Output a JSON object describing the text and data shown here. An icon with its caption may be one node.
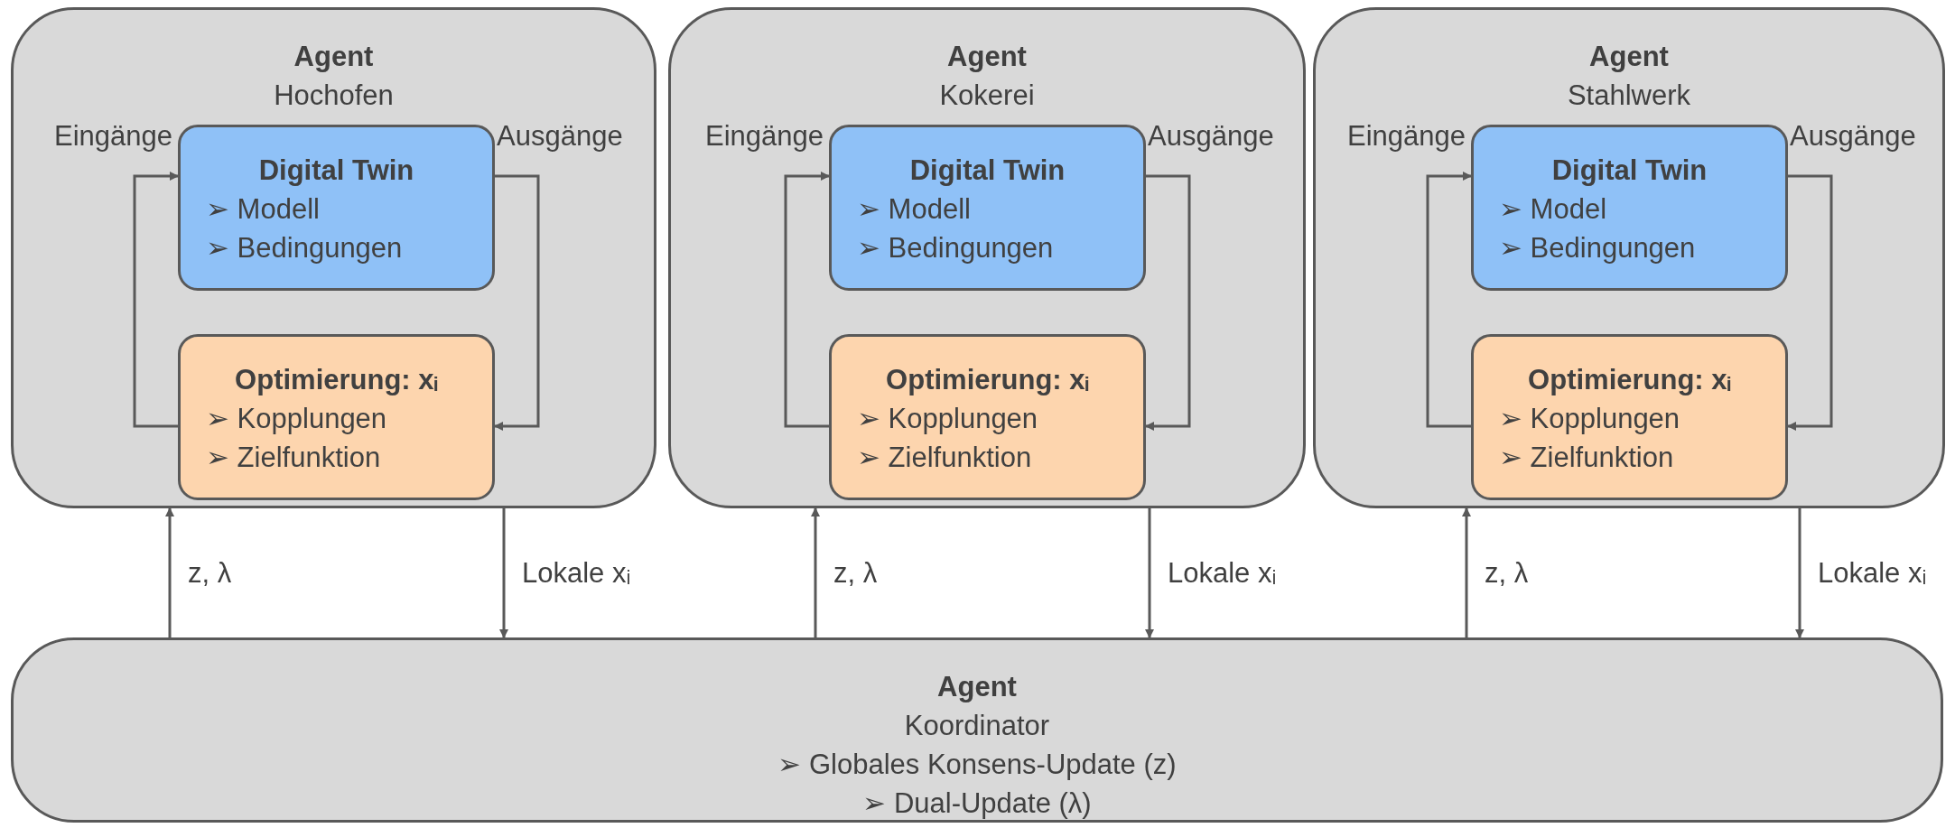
{
  "diagram": {
    "nodes": [
      {
        "text": [
          "Agent",
          "Hochofen"
        ]
      },
      {
        "text": [
          "Digital Twin",
          "➢ Modell",
          "➢ Bedingungen"
        ],
        "in": 0
      },
      {
        "text": [
          "Optimierung: xᵢ",
          "➢ Kopplungen",
          "➢ Zielfunktion"
        ],
        "in": 0
      },
      {
        "text": [
          "Agent",
          "Kokerei"
        ]
      },
      {
        "text": [
          "Digital Twin",
          "➢ Modell",
          "➢ Bedingungen"
        ],
        "in": 3
      },
      {
        "text": [
          "Optimierung: xᵢ",
          "➢ Kopplungen",
          "➢ Zielfunktion"
        ],
        "in": 3
      },
      {
        "text": [
          "Agent",
          "Stahlwerk"
        ]
      },
      {
        "text": [
          "Digital Twin",
          "➢ Model",
          "➢ Bedingungen"
        ],
        "in": 6
      },
      {
        "text": [
          "Optimierung: xᵢ",
          "➢ Kopplungen",
          "➢ Zielfunktion"
        ],
        "in": 6
      },
      {
        "text": [
          "Agent",
          "Koordinator",
          "➢ Globales Konsens-Update (z)",
          "➢ Dual-Update (λ)"
        ]
      }
    ],
    "edges": [
      {
        "from": 1,
        "to": 2,
        "arrow": "to",
        "label": "Ausgänge"
      },
      {
        "from": 2,
        "to": 1,
        "arrow": "to",
        "label": "Eingänge"
      },
      {
        "from": 4,
        "to": 5,
        "arrow": "to",
        "label": "Ausgänge"
      },
      {
        "from": 5,
        "to": 4,
        "arrow": "to",
        "label": "Eingänge"
      },
      {
        "from": 7,
        "to": 8,
        "arrow": "to",
        "label": "Ausgänge"
      },
      {
        "from": 8,
        "to": 7,
        "arrow": "to",
        "label": "Eingänge"
      },
      {
        "from": 9,
        "to": 0,
        "arrow": "to",
        "label": "z, λ"
      },
      {
        "from": 0,
        "to": 9,
        "arrow": "to",
        "label": "Lokale xᵢ"
      },
      {
        "from": 9,
        "to": 3,
        "arrow": "to",
        "label": "z, λ"
      },
      {
        "from": 3,
        "to": 9,
        "arrow": "to",
        "label": "Lokale xᵢ"
      },
      {
        "from": 9,
        "to": 6,
        "arrow": "to",
        "label": "z, λ"
      },
      {
        "from": 6,
        "to": 9,
        "arrow": "to",
        "label": "Lokale xᵢ"
      }
    ]
  }
}
